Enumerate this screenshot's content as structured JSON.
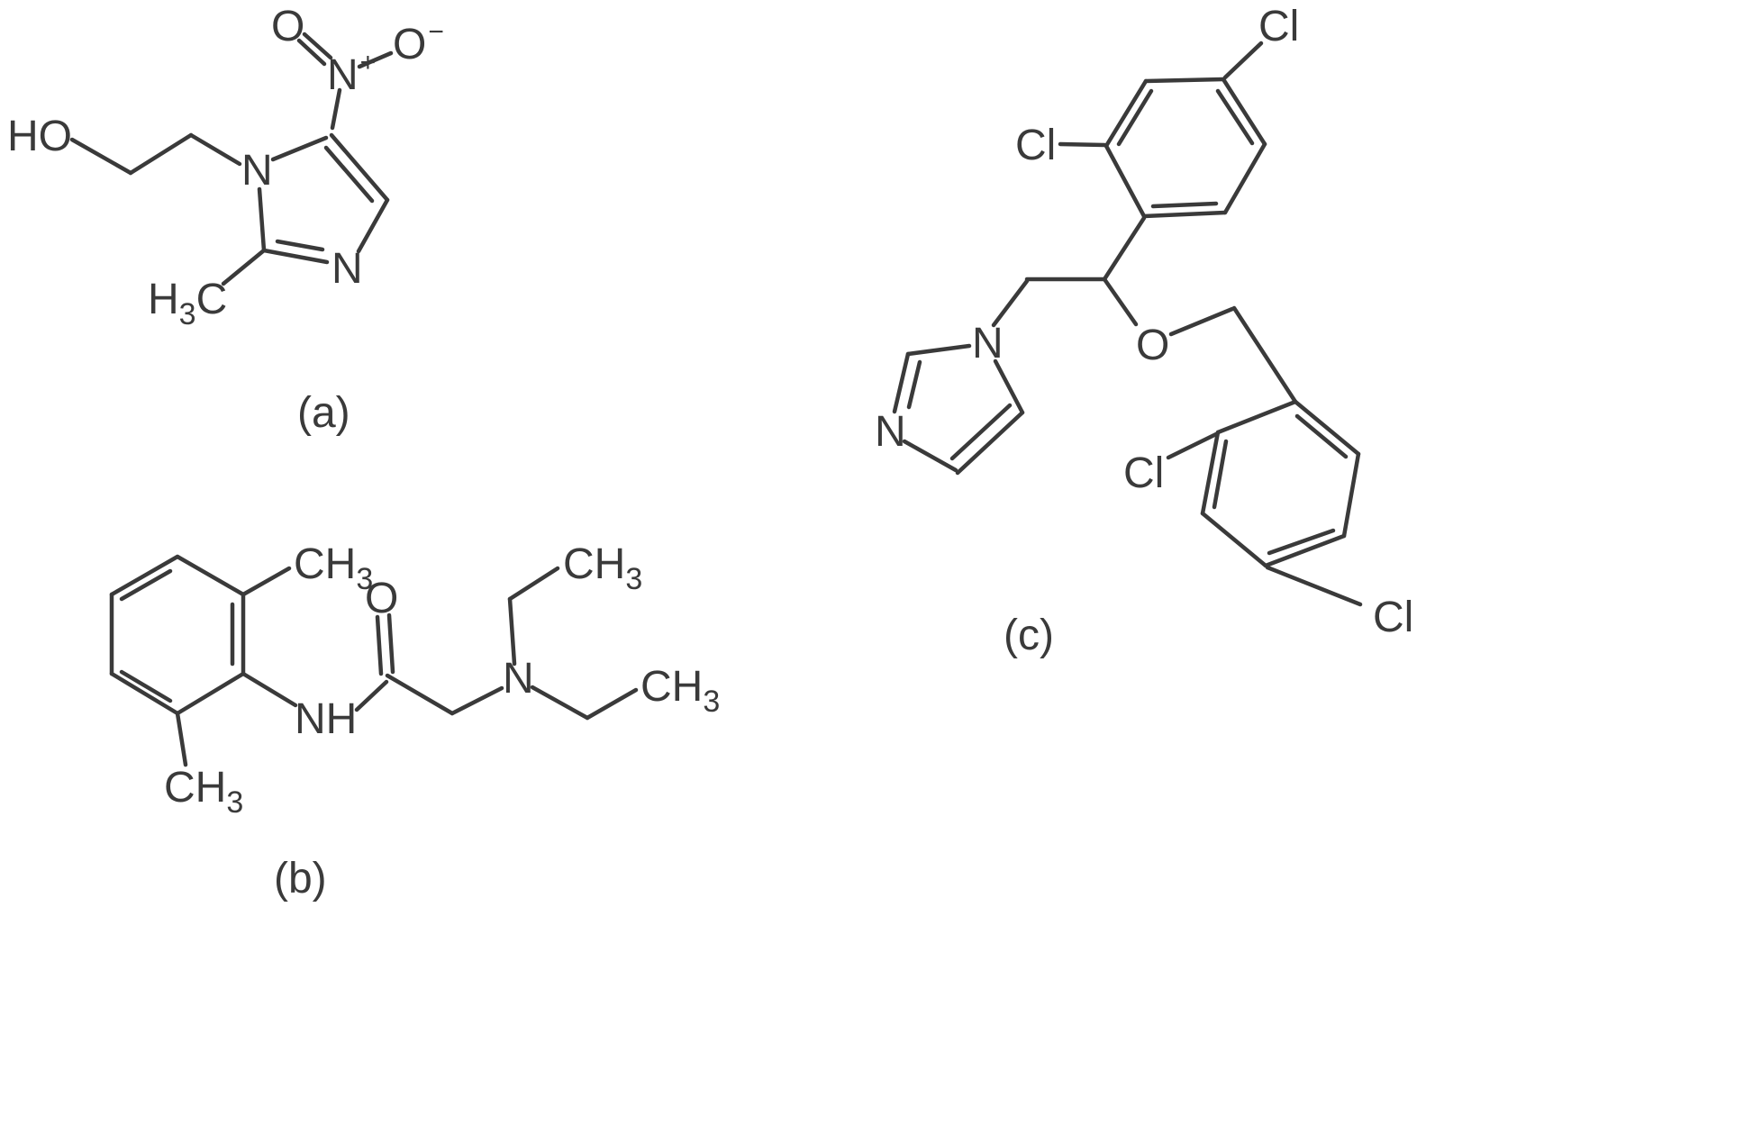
{
  "figure": {
    "background_color": "#ffffff",
    "ink_color": "#3a3a3a"
  },
  "labels": {
    "hydroxyl": "HO",
    "nitrogen": "N",
    "oxygen": "O",
    "plus": "+",
    "minus": "−",
    "h": "H",
    "c": "C",
    "ch": "CH",
    "subscript_three": "3",
    "amide_nh": "NH",
    "chlorine": "Cl",
    "panel_a": "(a)",
    "panel_b": "(b)",
    "panel_c": "(c)"
  }
}
